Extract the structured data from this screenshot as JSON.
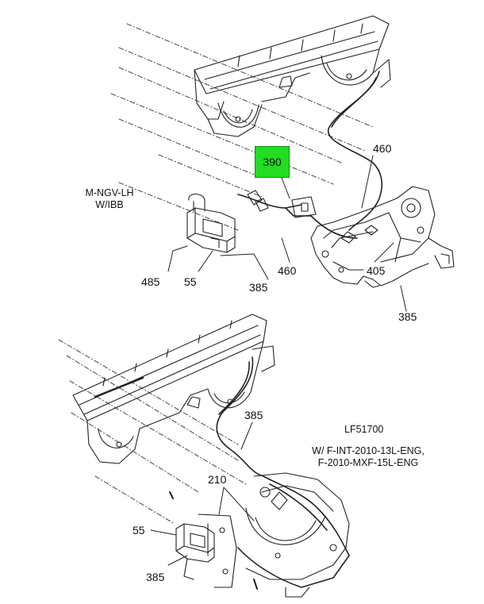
{
  "diagram": {
    "top": {
      "note": [
        "M-NGV-LH",
        "W/IBB"
      ],
      "highlighted_callout": "390",
      "callouts": [
        "460",
        "485",
        "55",
        "385",
        "460",
        "405",
        "385"
      ]
    },
    "bottom": {
      "figure_id": "LF51700",
      "note": [
        "W/ F-INT-2010-13L-ENG,",
        "F-2010-MXF-15L-ENG"
      ],
      "callouts": [
        "385",
        "210",
        "55",
        "385"
      ]
    },
    "colors": {
      "highlight": "#22dd22",
      "line": "#222222"
    }
  }
}
